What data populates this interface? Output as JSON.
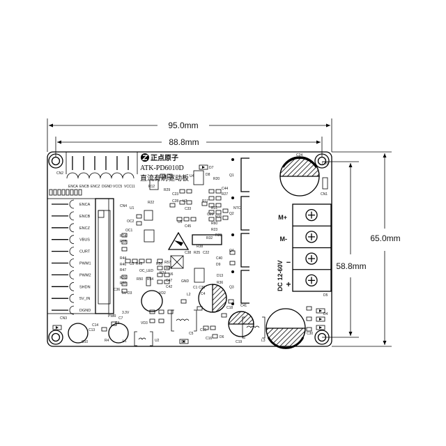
{
  "dimensions": {
    "outer_width": "95.0mm",
    "hole_width": "88.8mm",
    "outer_height": "65.0mm",
    "hole_height": "58.8mm"
  },
  "board": {
    "brand": "正点原子",
    "model": "ATK-PD6010D",
    "name_cn": "直流有刷驱动板"
  },
  "cn2": {
    "label": "CN2",
    "pins": [
      "ENCA",
      "ENCB",
      "ENCZ",
      "DGND",
      "VCC5",
      "VCC11"
    ]
  },
  "cn3": {
    "label": "CN3",
    "pins": [
      "ENCA",
      "ENCB",
      "ENCZ",
      "VBUS",
      "CURT",
      "PWM1",
      "PWM2",
      "SHDN",
      "5V_IN",
      "DGND"
    ]
  },
  "cn4": {
    "label": "CN4"
  },
  "terminal": {
    "m_plus": "M+",
    "m_minus": "M-",
    "dc_label": "DC 12-60V",
    "minus": "−",
    "plus": "+",
    "label": "CN1"
  },
  "mosfets": [
    "Q1",
    "Q2",
    "Q4",
    "Q3"
  ],
  "capacitors": {
    "c24": "C24",
    "c30": "C30",
    "c1": "C1",
    "c18": "C18"
  },
  "misc_labels": [
    "NTC",
    "GND",
    "OC_LED",
    "5V",
    "3.3V",
    "PWR",
    "R32",
    "U4",
    "U6",
    "U2",
    "L1",
    "L2",
    "L3",
    "C19",
    "C41",
    "C26",
    "D2",
    "D3",
    "D4",
    "D5",
    "VD2",
    "VD3",
    "C9",
    "C10",
    "C13",
    "C14",
    "C7",
    "R4",
    "U3",
    "U1",
    "OC1",
    "OC2",
    "R14",
    "R18",
    "R44",
    "R46",
    "R47",
    "R49",
    "R50",
    "R54",
    "R56",
    "R57",
    "R24",
    "R34",
    "C47",
    "C42",
    "R26",
    "R30",
    "C36",
    "C38",
    "R25",
    "C22",
    "C40",
    "D9",
    "D13",
    "R36",
    "R17",
    "R31",
    "C29",
    "R16",
    "R60",
    "R23",
    "R28",
    "C44",
    "R27",
    "R20",
    "D8",
    "D7",
    "C33",
    "R12",
    "R22",
    "U7",
    "U5",
    "C45",
    "R29",
    "C23",
    "C28",
    "C39",
    "C4",
    "C15",
    "C16",
    "D6",
    "C5",
    "R38"
  ]
}
